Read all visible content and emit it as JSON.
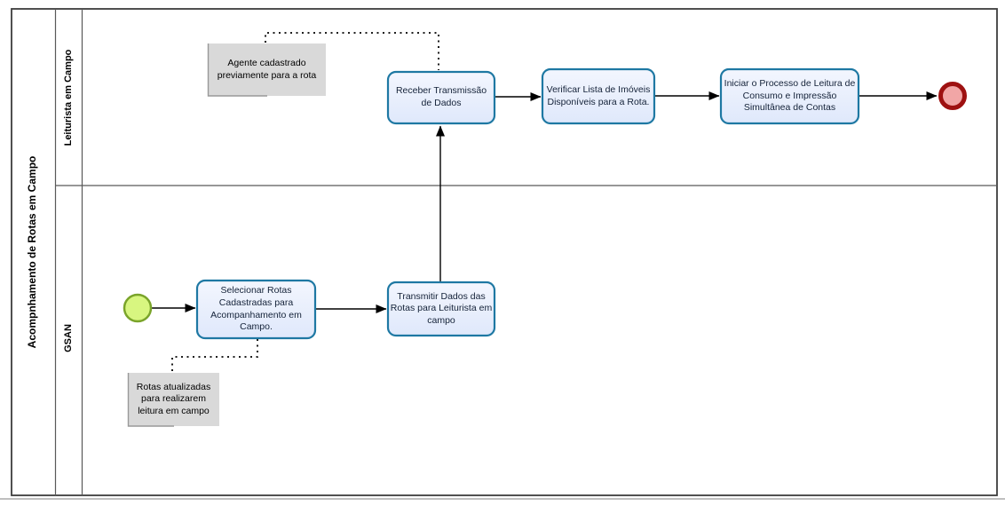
{
  "pool": {
    "title": "Acompnhamento de Rotas em Campo"
  },
  "lanes": [
    {
      "label": "Leiturista em Campo"
    },
    {
      "label": "GSAN"
    }
  ],
  "tasks": {
    "receber": {
      "label": "Receber Transmissão de Dados"
    },
    "verificar": {
      "label": "Verificar Lista de Imóveis Disponíveis para a Rota."
    },
    "iniciar": {
      "label": "Iniciar o Processo de Leitura de Consumo e Impressão Simultânea de Contas"
    },
    "selecionar": {
      "label": "Selecionar Rotas Cadastradas para Acompanhamento em Campo."
    },
    "transmitir": {
      "label": "Transmitir Dados das Rotas para Leiturista em campo"
    }
  },
  "annotations": {
    "agente": {
      "label": "Agente cadastrado previamente para a rota"
    },
    "rotas": {
      "label": "Rotas atualizadas para realizarem leitura em campo"
    }
  },
  "colors": {
    "task_fill_top": "#f3f6fe",
    "task_fill_bottom": "#dfe8fb",
    "task_border": "#1e78a3",
    "task_text": "#142238",
    "annotation_fill": "#d9d9d9",
    "annotation_edge": "#999999",
    "start_fill": "#d8f680",
    "start_border": "#7aa42a",
    "end_fill": "#f1a6a6",
    "end_border": "#9e1111",
    "flow": "#000000",
    "pool_border": "#3d3d3d",
    "lane_line": "#595959",
    "page_edge": "#999999"
  }
}
